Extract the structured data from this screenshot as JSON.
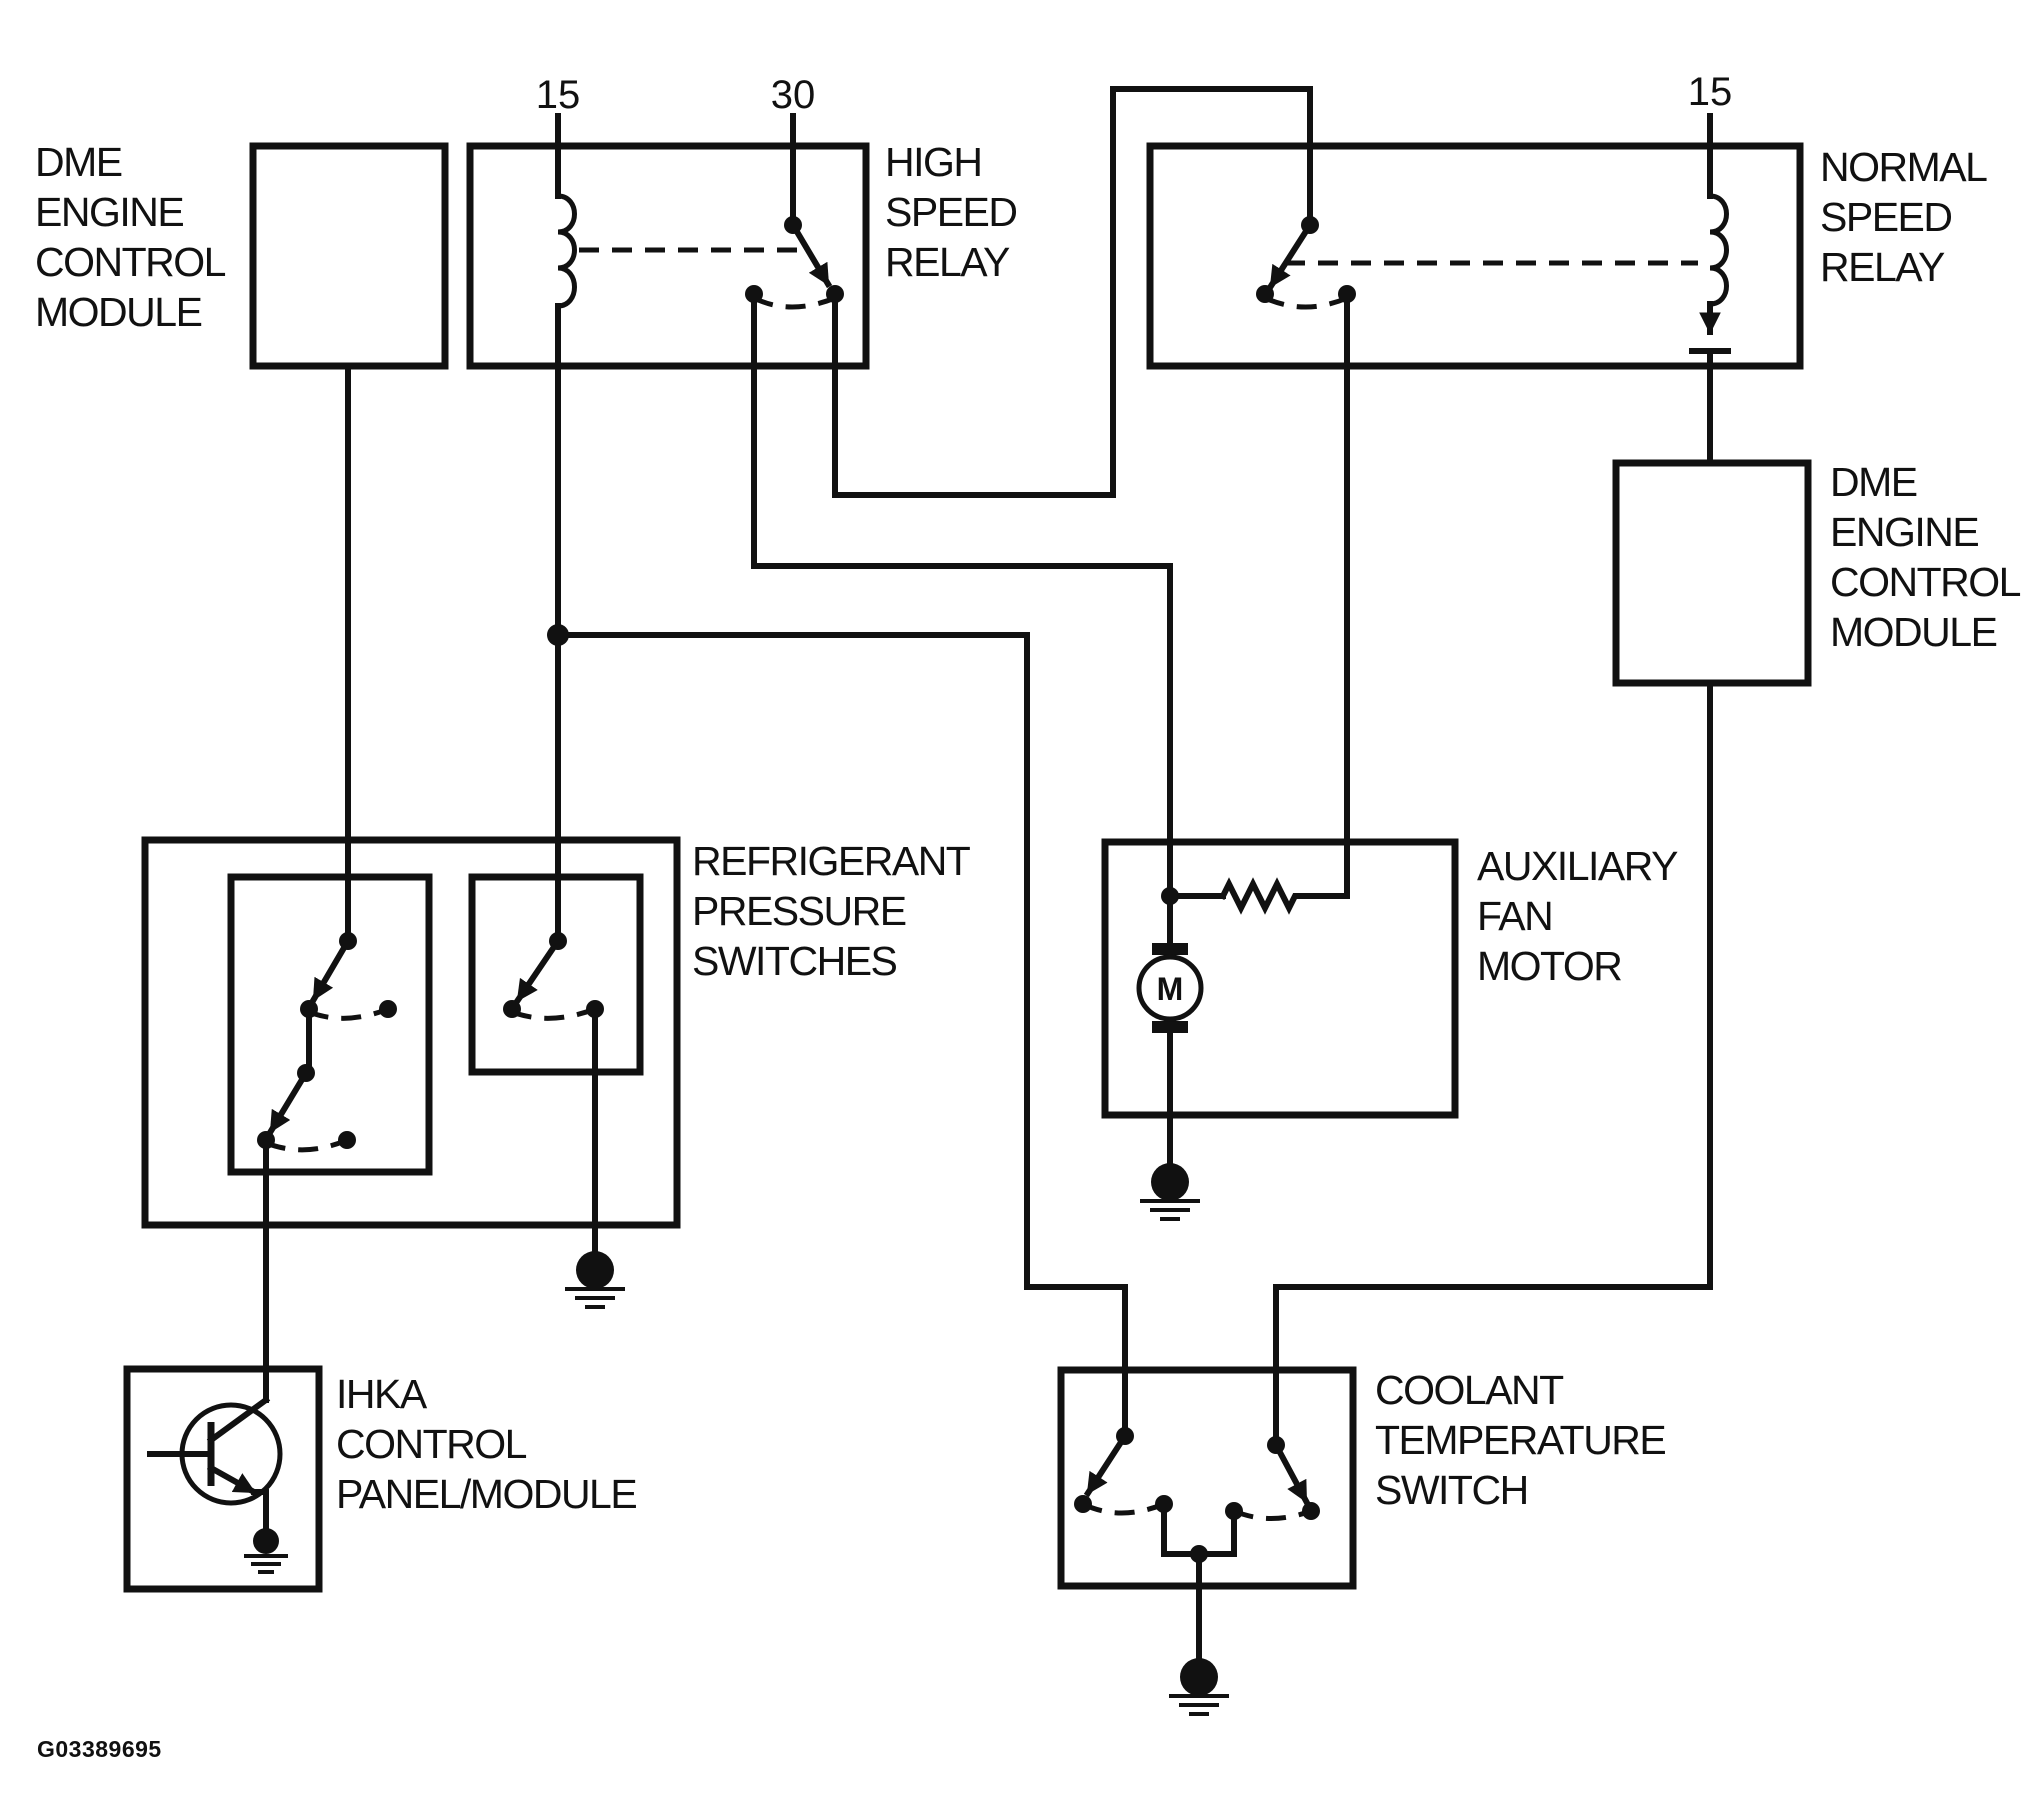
{
  "labels": {
    "dme_left": [
      "DME",
      "ENGINE",
      "CONTROL",
      "MODULE"
    ],
    "high_speed_relay": [
      "HIGH",
      "SPEED",
      "RELAY"
    ],
    "normal_speed_relay": [
      "NORMAL",
      "SPEED",
      "RELAY"
    ],
    "dme_right": [
      "DME",
      "ENGINE",
      "CONTROL",
      "MODULE"
    ],
    "refrigerant_pressure_switches": [
      "REFRIGERANT",
      "PRESSURE",
      "SWITCHES"
    ],
    "auxiliary_fan_motor": [
      "AUXILIARY",
      "FAN",
      "MOTOR"
    ],
    "ihka_control": [
      "IHKA",
      "CONTROL",
      "PANEL/MODULE"
    ],
    "coolant_temperature_switch": [
      "COOLANT",
      "TEMPERATURE",
      "SWITCH"
    ]
  },
  "terminals": {
    "high_relay_15": "15",
    "high_relay_30": "30",
    "normal_relay_15": "15"
  },
  "motor_symbol": "M",
  "figure_id": "G03389695",
  "colors": {
    "ink": "#111111",
    "background": "#ffffff"
  }
}
